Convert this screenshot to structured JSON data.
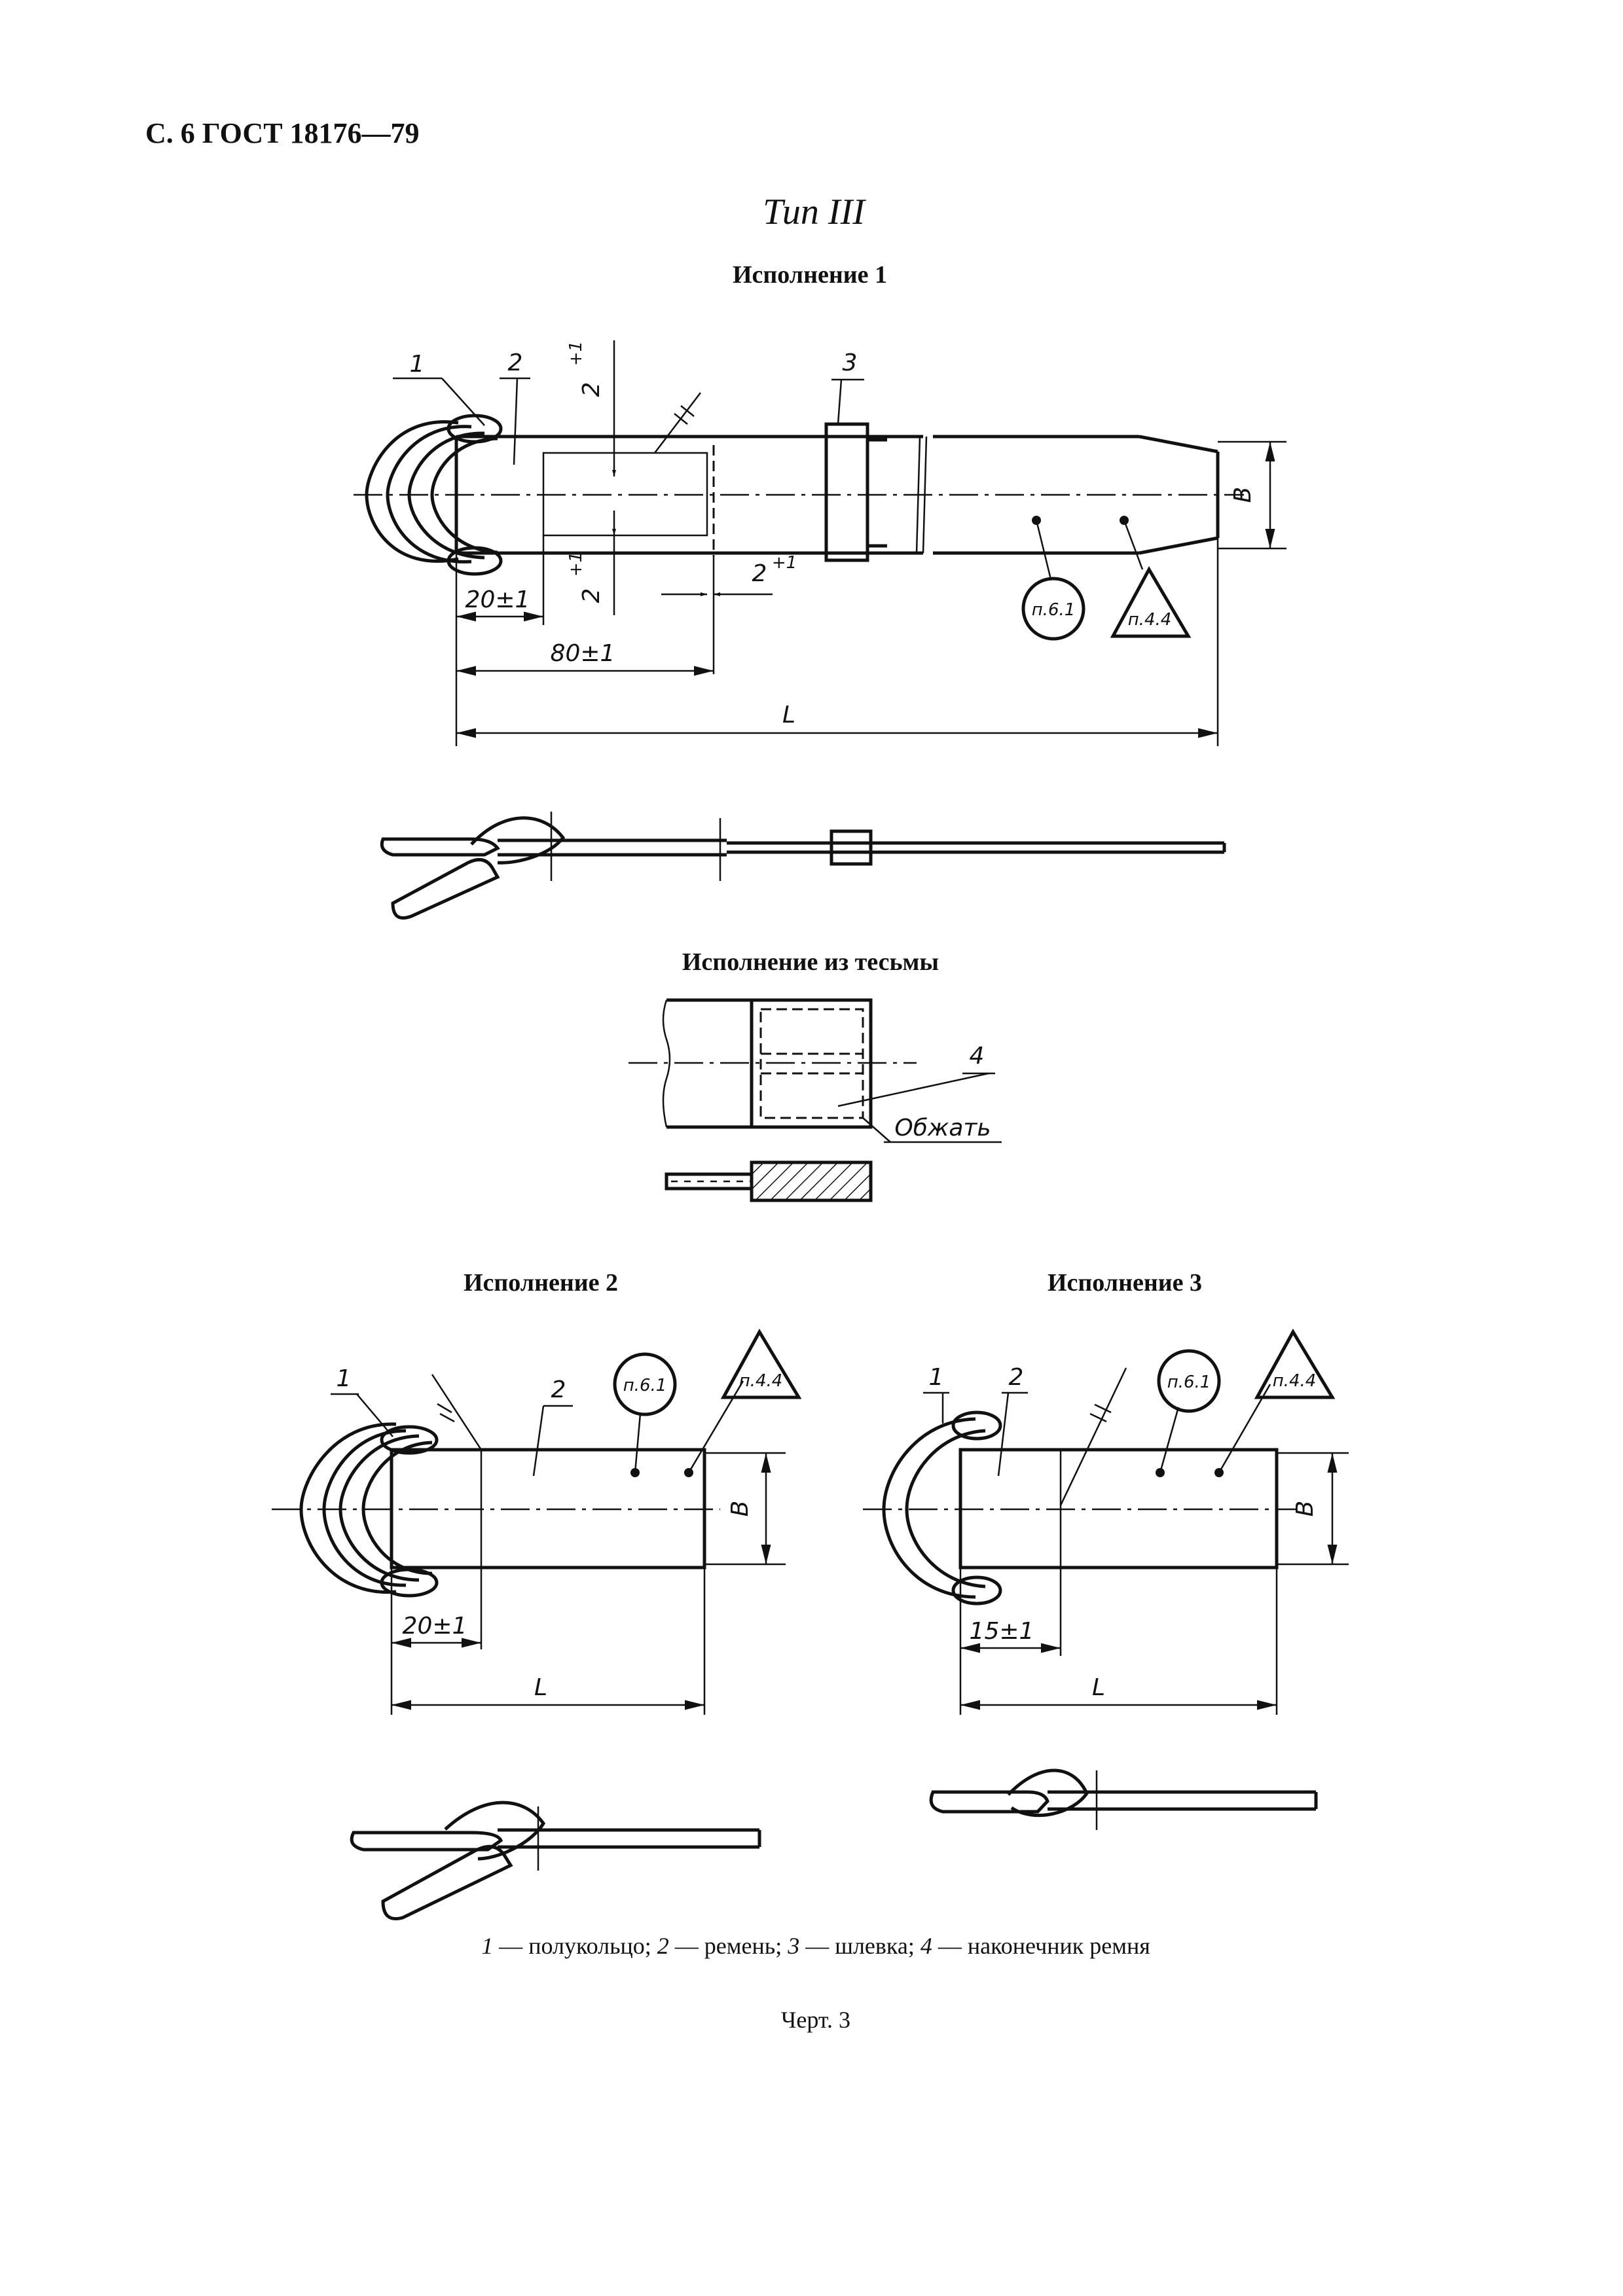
{
  "header": {
    "text": "С. 6 ГОСТ 18176—79"
  },
  "title": "Тип III",
  "sections": {
    "ispolnenie1": "Исполнение 1",
    "tesma": "Исполнение из тесьмы",
    "ispolnenie2": "Исполнение 2",
    "ispolnenie3": "Исполнение 3"
  },
  "labels": {
    "n1": "1",
    "n2": "2",
    "n3": "3",
    "n4": "4",
    "obzhat": "Обжать",
    "d2a": "2",
    "d2b": "2",
    "d2c": "2",
    "sup": "+1",
    "d20": "20±1",
    "d80": "80±1",
    "d15": "15±1",
    "L": "L",
    "B": "B",
    "p61": "п.6.1",
    "p44": "п.4.4"
  },
  "legend": {
    "k1": "1",
    "t1": " — полукольцо; ",
    "k2": "2",
    "t2": " — ремень; ",
    "k3": "3",
    "t3": " — шлевка; ",
    "k4": "4",
    "t4": " — наконечник ремня"
  },
  "figure_caption": "Черт. 3"
}
